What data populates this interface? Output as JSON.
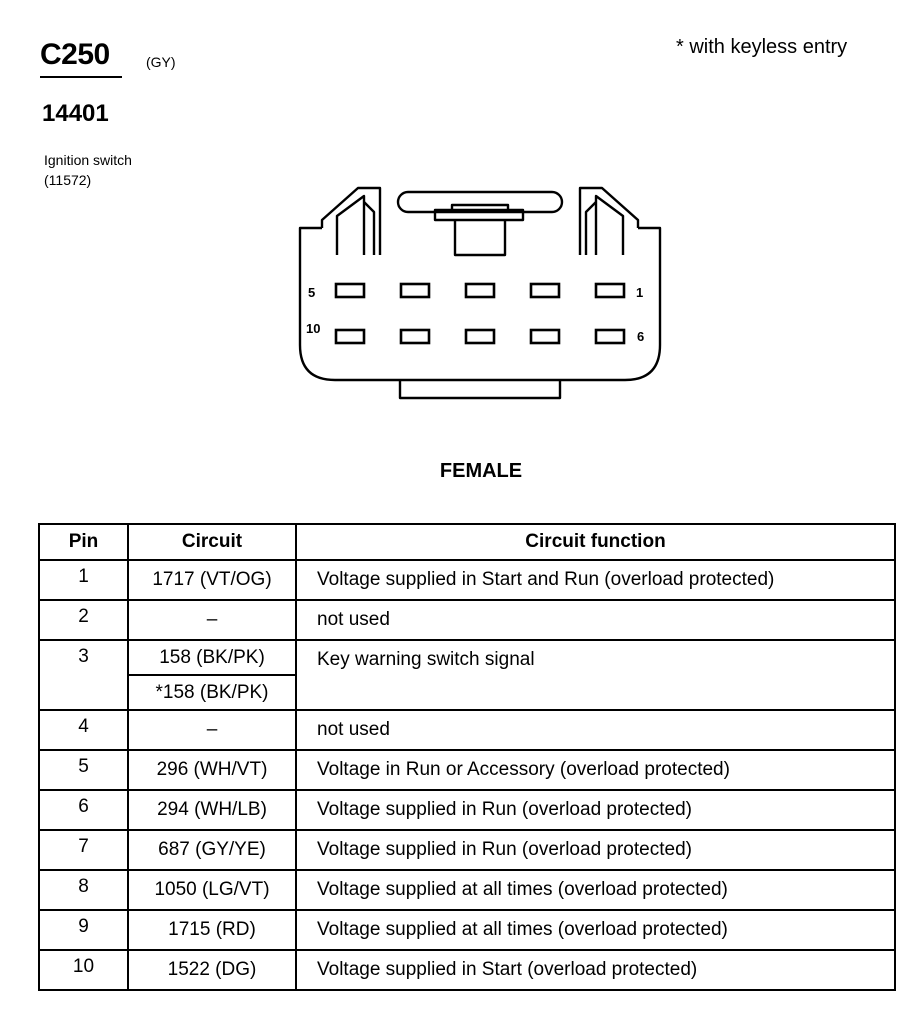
{
  "header": {
    "connector_id": "C250",
    "connector_color": "(GY)",
    "note": "* with keyless entry",
    "part_number": "14401",
    "component_name": "Ignition switch",
    "component_number": "(11572)"
  },
  "connector": {
    "view": "FEMALE",
    "pin_labels": {
      "top_left": "5",
      "top_right": "1",
      "bottom_left": "10",
      "bottom_right": "6"
    }
  },
  "table": {
    "headers": [
      "Pin",
      "Circuit",
      "Circuit function"
    ],
    "rows": [
      {
        "pin": "1",
        "circuits": [
          "1717 (VT/OG)"
        ],
        "function": "Voltage supplied in Start and Run (overload protected)"
      },
      {
        "pin": "2",
        "circuits": [
          "–"
        ],
        "function": "not used"
      },
      {
        "pin": "3",
        "circuits": [
          "158 (BK/PK)",
          "*158 (BK/PK)"
        ],
        "function": "Key warning switch  signal"
      },
      {
        "pin": "4",
        "circuits": [
          "–"
        ],
        "function": "not used"
      },
      {
        "pin": "5",
        "circuits": [
          "296 (WH/VT)"
        ],
        "function": "Voltage in Run or Accessory (overload protected)"
      },
      {
        "pin": "6",
        "circuits": [
          "294 (WH/LB)"
        ],
        "function": "Voltage supplied in Run (overload protected)"
      },
      {
        "pin": "7",
        "circuits": [
          "687 (GY/YE)"
        ],
        "function": "Voltage supplied in Run (overload protected)"
      },
      {
        "pin": "8",
        "circuits": [
          "1050 (LG/VT)"
        ],
        "function": "Voltage supplied at all times (overload protected)"
      },
      {
        "pin": "9",
        "circuits": [
          "1715 (RD)"
        ],
        "function": "Voltage supplied at all times (overload protected)"
      },
      {
        "pin": "10",
        "circuits": [
          "1522 (DG)"
        ],
        "function": "Voltage supplied in Start (overload protected)"
      }
    ]
  }
}
